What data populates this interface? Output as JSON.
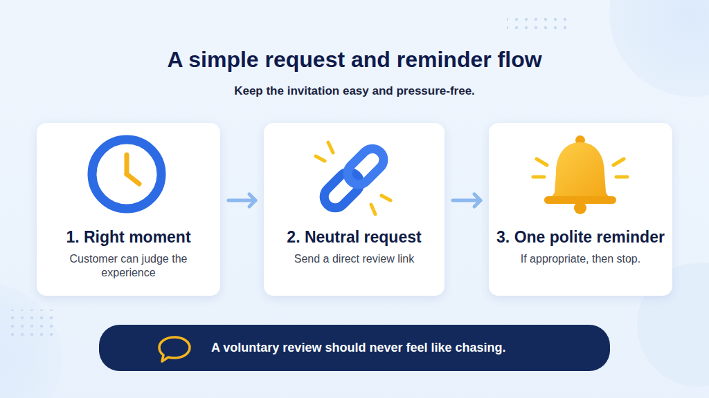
{
  "diagram": {
    "title": "A simple request and reminder flow",
    "nodes": [
      {
        "text": [
          "1. Right moment",
          "Customer can judge the experience"
        ]
      },
      {
        "text": [
          "2. Neutral request",
          "Send a direct review link"
        ]
      },
      {
        "text": [
          "3. One polite reminder",
          "If appropriate, then stop."
        ]
      },
      {
        "text": [
          "A voluntary review should never feel like chasing."
        ]
      }
    ],
    "edges": [
      {
        "from": 0,
        "to": 1,
        "arrow": "to"
      },
      {
        "from": 1,
        "to": 2,
        "arrow": "to"
      }
    ],
    "labels": [
      "Keep the invitation easy and pressure-free."
    ]
  }
}
